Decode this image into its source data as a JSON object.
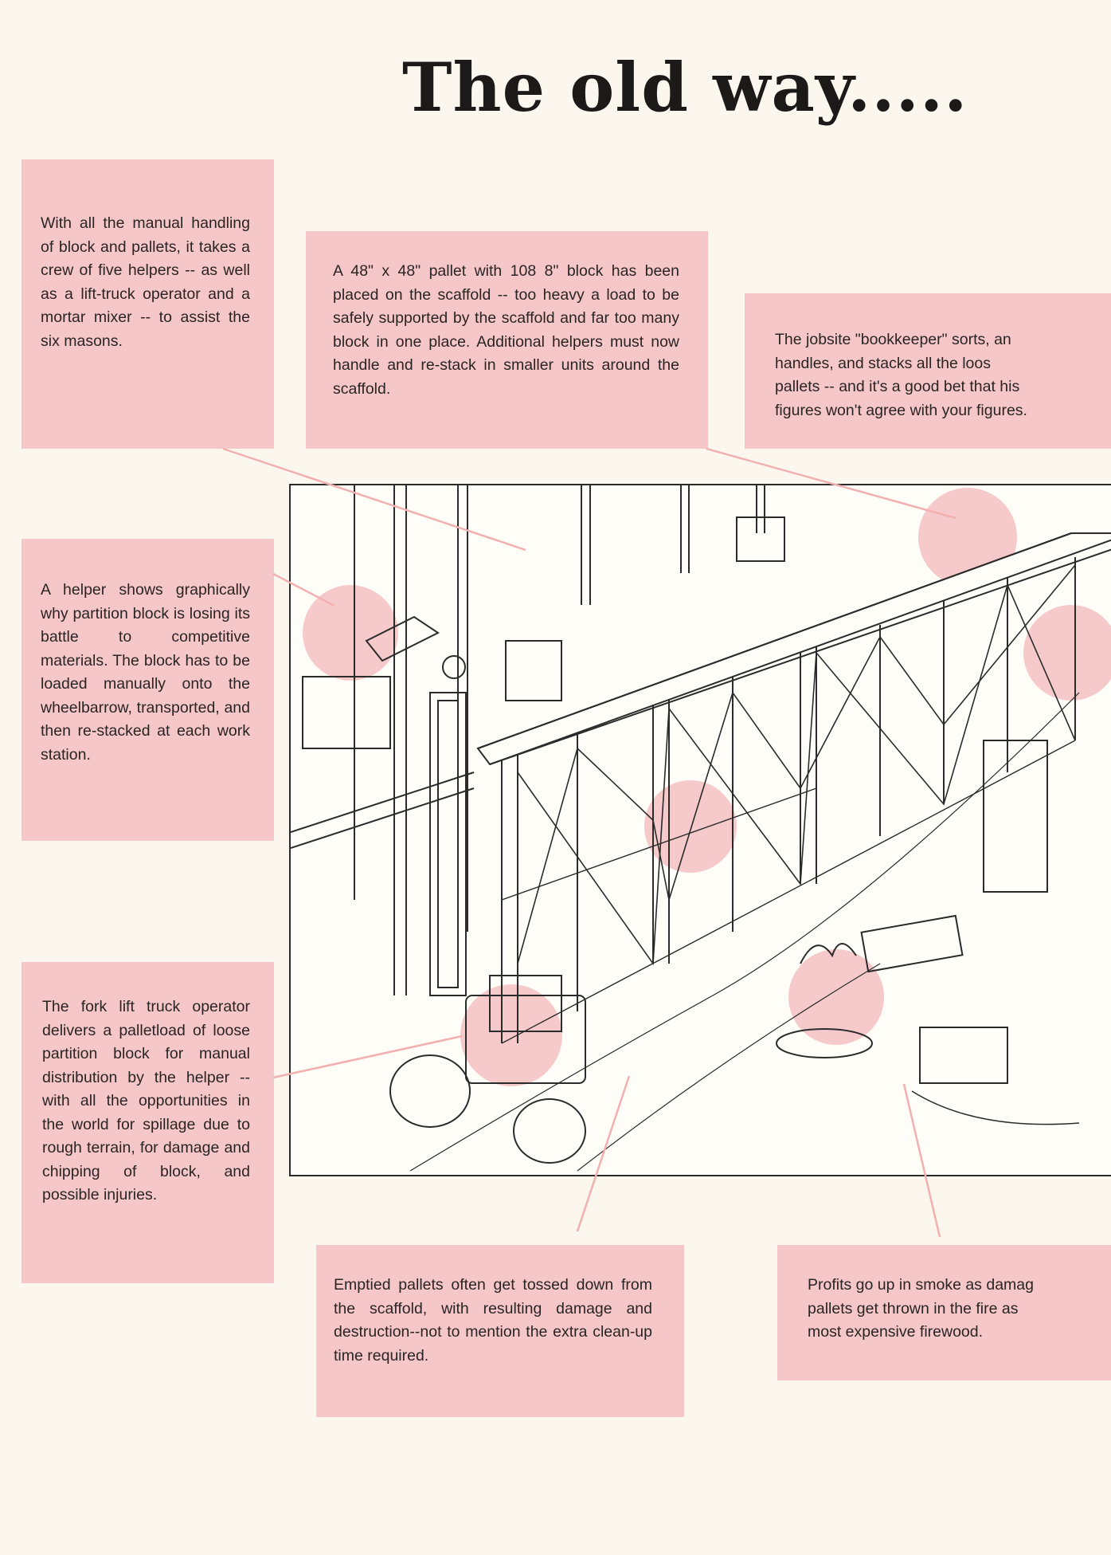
{
  "page": {
    "title": "The old way....."
  },
  "callouts": {
    "crew": "With all the manual handling of block and pallets, it takes a crew of five helpers -- as well as a lift-truck operator and a mortar mixer -- to assist the six masons.",
    "pallet": "A 48\" x 48\" pallet with 108 8\" block has been placed on the scaffold -- too heavy a load to be safely supported by the scaffold and far too many block in one place. Additional helpers must now handle and re-stack in smaller units around the scaffold.",
    "bookkeeper": [
      "The jobsite \"bookkeeper\" sorts, an",
      "handles, and stacks all the loos",
      "pallets -- and it's a good bet that his",
      "figures won't agree with your figures."
    ],
    "helper": "A helper shows graphically why partition block is losing its battle to competitive materials. The block has to be loaded manually onto the wheelbarrow, transported, and then re-stacked at each work station.",
    "forklift": "The fork lift truck operator delivers a palletload of loose partition block for manual distribution by the helper -- with all the opportunities in the world for spillage due to rough terrain, for damage and chipping of block, and possible injuries.",
    "emptied": "Emptied pallets often get tossed down from the scaffold, with resulting damage and destruction--not to mention the extra clean-up time required.",
    "profits": [
      "Profits go up in smoke as damag",
      "pallets get thrown in the fire as",
      "most expensive firewood."
    ]
  },
  "colors": {
    "callout_bg": "#f6c7c8",
    "leader": "#f3b0b0",
    "ink": "#2b2b2b",
    "paper": "#fbf7ee"
  }
}
